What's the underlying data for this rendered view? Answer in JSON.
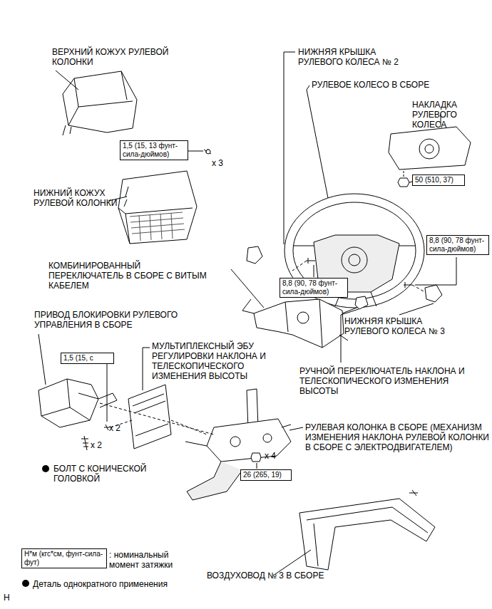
{
  "diagram": {
    "nodes": [
      {
        "text": [
          "1,5 (15, 13 фунт-сила-дюймов)"
        ]
      },
      {
        "text": [
          "50 (510, 37)"
        ]
      },
      {
        "text": [
          "8,8 (90, 78 фунт-сила-дюймов)"
        ]
      },
      {
        "text": [
          "8,8 (90, 78 фунт-сила-дюймов)"
        ]
      },
      {
        "text": [
          "1,5 (15, с"
        ]
      },
      {
        "text": [
          "26 (265, 19)"
        ]
      },
      {
        "text": [
          "Н*м (кгс*см, фунт-сила-фут)"
        ]
      }
    ],
    "labels": [
      "ВЕРХНИЙ КОЖУХ РУЛЕВОЙ КОЛОНКИ",
      "x 3",
      "НИЖНИЙ КОЖУХ РУЛЕВОЙ КОЛОНКИ",
      "НИЖНЯЯ КРЫШКА РУЛЕВОГО КОЛЕСА № 2",
      "РУЛЕВОЕ КОЛЕСО В СБОРЕ",
      "НАКЛАДКА РУЛЕВОГО КОЛЕСА",
      "КОМБИНИРОВАННЫЙ ПЕРЕКЛЮЧАТЕЛЬ В СБОРЕ С ВИТЫМ КАБЕЛЕМ",
      "НИЖНЯЯ КРЫШКА РУЛЕВОГО КОЛЕСА № 3",
      "ПРИВОД БЛОКИРОВКИ РУЛЕВОГО УПРАВЛЕНИЯ В СБОРЕ",
      "МУЛЬТИПЛЕКСНЫЙ ЭБУ РЕГУЛИРОВКИ НАКЛОНА И ТЕЛЕСКОПИЧЕСКОГО ИЗМЕНЕНИЯ ВЫСОТЫ",
      "РУЧНОЙ ПЕРЕКЛЮЧАТЕЛЬ НАКЛОНА И ТЕЛЕСКОПИЧЕСКОГО ИЗМЕНЕНИЯ ВЫСОТЫ",
      "x 2",
      "x 2",
      "РУЛЕВАЯ КОЛОНКА В СБОРЕ (МЕХАНИЗМ ИЗМЕНЕНИЯ НАКЛОНА РУЛЕВОЙ КОЛОНКИ В СБОРЕ С ЭЛЕКТРОДВИГАТЕЛЕМ)",
      "x 4",
      "БОЛТ С КОНИЧЕСКОЙ ГОЛОВКОЙ",
      "ВОЗДУХОВОД № 3 В СБОРЕ",
      "H"
    ],
    "legend": [
      {
        "text": ": номинальный момент затяжки"
      },
      {
        "text": "Деталь однократного применения"
      }
    ]
  }
}
